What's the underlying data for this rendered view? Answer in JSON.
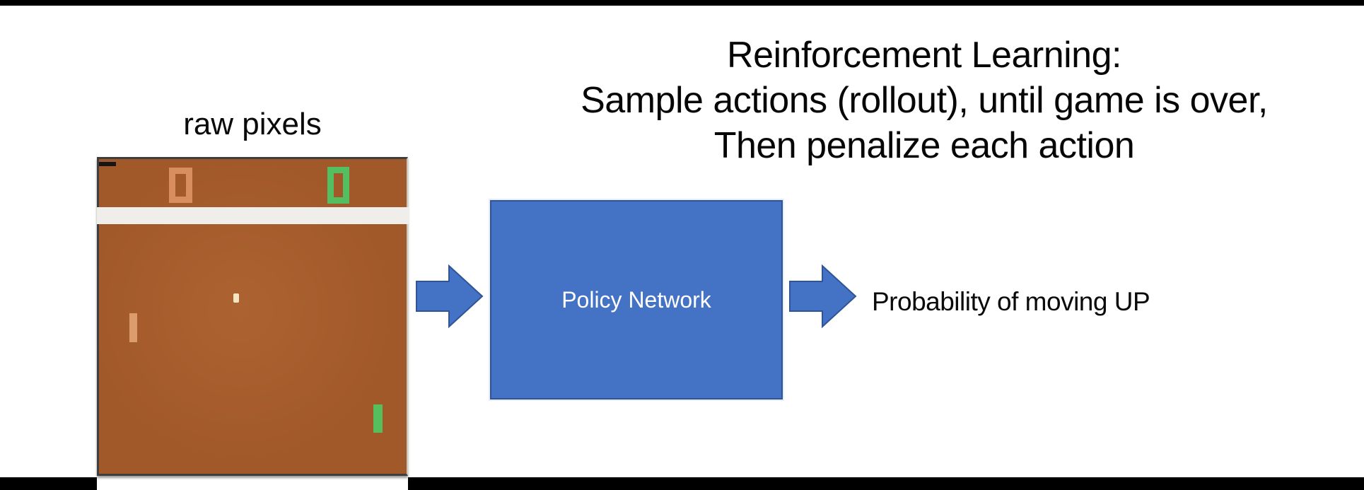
{
  "slide": {
    "raw_pixels_label": "raw pixels",
    "title_lines": [
      "Reinforcement Learning:",
      "Sample actions (rollout), until game is over,",
      "Then penalize each action"
    ],
    "policy_box_label": "Policy Network",
    "output_label": "Probability of moving UP"
  },
  "game": {
    "name": "pong raw pixels frame",
    "left_score": "0",
    "right_score": "0"
  },
  "colors": {
    "accent_blue": "#4472c4",
    "accent_blue_border": "#2f5597",
    "field_brown": "#a2592a",
    "field_brown_light": "#ad6331",
    "white_band": "#f0eeea",
    "score_orange": "#d98e60",
    "score_green": "#54bf60",
    "paddle_tan": "#dd9c6d",
    "paddle_green": "#56be5c",
    "ball_cream": "#f4e6c3",
    "frame_dark": "#3f3f3f",
    "bar_black": "#000000",
    "text_black": "#0b0b0b"
  }
}
